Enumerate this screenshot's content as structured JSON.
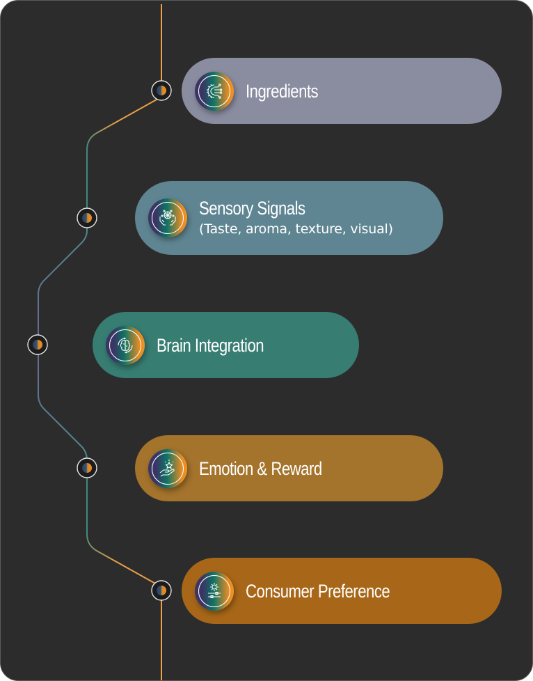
{
  "diagram": {
    "type": "vertical-flow",
    "background_color": "#2c2c2c",
    "steps": [
      {
        "title": "Ingredients",
        "subtitle": "",
        "icon": "gear-circuit-icon",
        "color": "#8a8ca0"
      },
      {
        "title": "Sensory Signals",
        "subtitle": "(Taste, aroma, texture, visual)",
        "icon": "hands-network-icon",
        "color": "#5f8592"
      },
      {
        "title": "Brain Integration",
        "subtitle": "",
        "icon": "brain-cycle-icon",
        "color": "#377d72"
      },
      {
        "title": "Emotion & Reward",
        "subtitle": "",
        "icon": "hand-star-icon",
        "color": "#a4732c"
      },
      {
        "title": "Consumer Preference",
        "subtitle": "",
        "icon": "gear-sliders-icon",
        "color": "#a86718"
      }
    ],
    "connector_colors": {
      "orange": "#f0a040",
      "teal": "#4e8a86",
      "purple": "#6a6a92"
    }
  }
}
